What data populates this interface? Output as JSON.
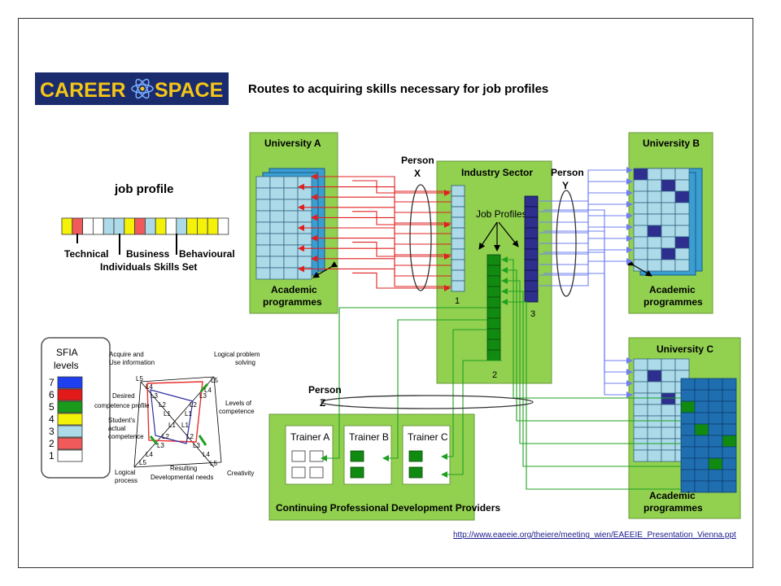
{
  "logo": {
    "part1": "CAREER",
    "part2": "SPACE"
  },
  "title": "Routes to acquiring skills necessary for job profiles",
  "job_profile": {
    "heading": "job profile",
    "labels": {
      "technical": "Technical",
      "business": "Business",
      "behavioural": "Behavioural",
      "set": "Individuals Skills Set"
    },
    "strip_levels": [
      4,
      2,
      1,
      1,
      3,
      3,
      4,
      2,
      3,
      4,
      1,
      3,
      4,
      4,
      4,
      1
    ]
  },
  "sfia": {
    "title_line1": "SFIA",
    "title_line2": "levels",
    "levels": [
      {
        "n": "7",
        "color": "#1f3ff0"
      },
      {
        "n": "6",
        "color": "#e31a1a"
      },
      {
        "n": "5",
        "color": "#1a9a1a"
      },
      {
        "n": "4",
        "color": "#f5f20a"
      },
      {
        "n": "3",
        "color": "#acdae8"
      },
      {
        "n": "2",
        "color": "#f05a5a"
      },
      {
        "n": "1",
        "color": "#ffffff"
      }
    ]
  },
  "radar": {
    "axis_labels": {
      "acquire": [
        "Acquire and",
        "Use information"
      ],
      "logical_problem": [
        "Logical problem",
        "solving"
      ],
      "levels_comp": [
        "Levels of",
        "competence"
      ],
      "creativity": "Creativity",
      "resulting": [
        "Resulting",
        "Developmental needs"
      ],
      "logical_process": [
        "Logical",
        "process"
      ]
    },
    "notes": {
      "desired": [
        "Desired",
        "competence profile"
      ],
      "actual": [
        "Student's",
        "actual",
        "competence"
      ]
    },
    "level_marks": {
      "l1": "L1",
      "l2": "L2",
      "l3": "L3",
      "l4": "L4",
      "l5": "L5"
    }
  },
  "uni_a": {
    "title": "University A",
    "programmes": [
      "Academic",
      "programmes"
    ]
  },
  "uni_b": {
    "title": "University B",
    "programmes": [
      "Academic",
      "programmes"
    ]
  },
  "uni_c": {
    "title": "University C",
    "programmes": [
      "Academic",
      "programmes"
    ]
  },
  "industry": {
    "title": "Industry Sector",
    "profiles": "Job Profiles",
    "col1": "1",
    "col2": "2",
    "col3": "3"
  },
  "persons": {
    "x": [
      "Person",
      "X"
    ],
    "y": [
      "Person",
      "Y"
    ],
    "z": [
      "Person",
      "Z"
    ]
  },
  "cpd": {
    "title": "Continuing Professional Development Providers",
    "trainers": [
      "Trainer A",
      "Trainer B",
      "Trainer C"
    ]
  },
  "source_url": "http://www.eaeeie.org/theiere/meeting_wien/EAEEIE_Presentation_Vienna.ppt",
  "colors": {
    "panel_green": "#92d050",
    "cell_lightblue": "#acdae8",
    "cell_blue": "#1f6fb0",
    "navy": "#2e2e8f",
    "green": "#108a10",
    "red_arrow": "#e02020",
    "blue_arrow": "#6f7ff0",
    "green_arrow": "#20a020"
  }
}
